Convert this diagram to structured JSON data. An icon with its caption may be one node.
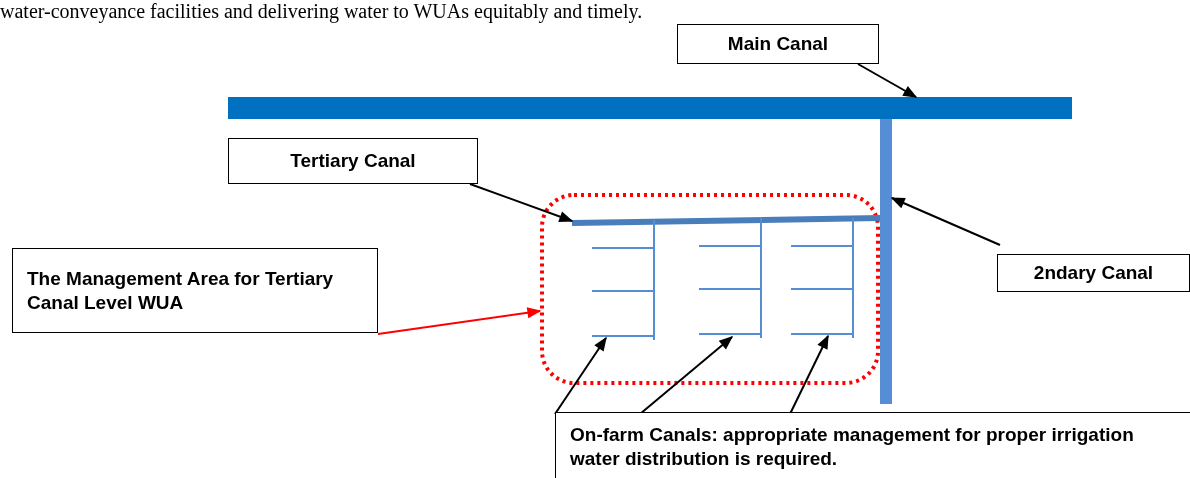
{
  "diagram": {
    "nodes": [
      {
        "text": [
          "Main Canal"
        ]
      },
      {
        "text": [
          "Tertiary Canal"
        ]
      },
      {
        "text": [
          "The Management Area for Tertiary Canal Level WUA"
        ]
      },
      {
        "text": [
          "2ndary Canal"
        ]
      },
      {
        "text": [
          "On-farm Canals: appropriate management for proper irrigation water distribution is required."
        ]
      },
      {
        "text": [],
        "shape": "bar"
      },
      {
        "text": [],
        "shape": "bar"
      },
      {
        "text": [],
        "shape": "bar",
        "in": 8
      },
      {
        "text": [],
        "shape": "box"
      },
      {
        "text": [],
        "shape": "picture",
        "in": 8
      },
      {
        "text": [],
        "shape": "picture",
        "in": 8
      },
      {
        "text": [],
        "shape": "picture",
        "in": 8
      }
    ],
    "edges": [
      {
        "from": 0,
        "to": 5,
        "arrow": "to"
      },
      {
        "from": 1,
        "to": 7,
        "arrow": "to"
      },
      {
        "from": 3,
        "to": 6,
        "arrow": "to"
      },
      {
        "from": 2,
        "to": 8,
        "arrow": "to",
        "color": "#ff0000"
      },
      {
        "from": 4,
        "to": 9,
        "arrow": "to"
      },
      {
        "from": 4,
        "to": 10,
        "arrow": "to"
      },
      {
        "from": 4,
        "to": 11,
        "arrow": "to"
      }
    ],
    "labels": [
      "water-conveyance facilities and delivering water to WUAs equitably and timely."
    ]
  }
}
